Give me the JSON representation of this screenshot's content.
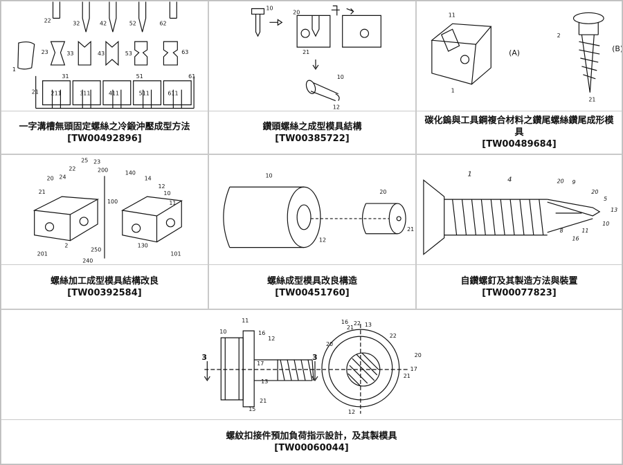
{
  "patents": [
    {
      "title": "一字溝槽無頭固定螺絲之冷鍛沖壓成型方法",
      "number": "[TW00492896]"
    },
    {
      "title": "鑽頭螺絲之成型模具結構",
      "number": "[TW00385722]"
    },
    {
      "title": "碳化鎢與工具鋼複合材料之鑽尾螺絲鑽尾成形模具",
      "number": "[TW00489684]"
    },
    {
      "title": "螺絲加工成型模具結構改良",
      "number": "[TW00392584]"
    },
    {
      "title": "螺絲成型模具改良構造",
      "number": "[TW00451760]"
    },
    {
      "title": "自鑽螺釘及其製造方法與裝置",
      "number": "[TW00077823]"
    },
    {
      "title": "螺紋扣接件預加負荷指示設計，及其製模具",
      "number": "[TW00060044]"
    }
  ],
  "figure_labels": {
    "p1": [
      "22",
      "32",
      "42",
      "52",
      "62",
      "23",
      "33",
      "43",
      "53",
      "63",
      "1",
      "21",
      "211",
      "31",
      "311",
      "411",
      "51",
      "511",
      "611",
      "61"
    ],
    "p2": [
      "10",
      "20",
      "21",
      "10",
      "12"
    ],
    "p3": [
      "11",
      "1",
      "(A)",
      "2",
      "21",
      "(B)"
    ],
    "p4": [
      "20",
      "24",
      "22",
      "25",
      "23",
      "200",
      "21",
      "140",
      "14",
      "12",
      "100",
      "10",
      "11",
      "201",
      "2",
      "250",
      "130",
      "101",
      "240"
    ],
    "p5": [
      "10",
      "20",
      "12",
      "21"
    ],
    "p6": [
      "1",
      "4",
      "20",
      "9",
      "20",
      "5",
      "13",
      "10",
      "8",
      "11",
      "16"
    ],
    "p7": [
      "10",
      "11",
      "16",
      "12",
      "17",
      "13",
      "3",
      "3",
      "15",
      "21",
      "22",
      "13",
      "16",
      "21",
      "20",
      "21",
      "22",
      "20",
      "17",
      "12"
    ]
  }
}
